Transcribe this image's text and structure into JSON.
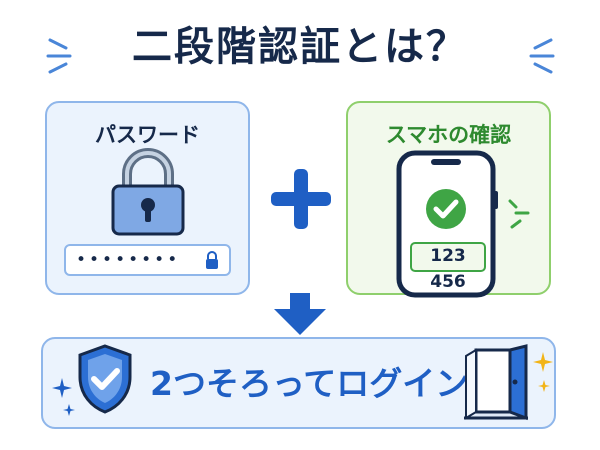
{
  "title": "二段階認証とは？",
  "password_panel": {
    "label": "パスワード",
    "masked_value": "••••••••"
  },
  "phone_panel": {
    "label": "スマホの確認",
    "code": "123 456"
  },
  "result": {
    "text": "2つそろってログイン"
  },
  "icons": [
    "sparkle-icon",
    "lock-icon",
    "plus-icon",
    "smartphone-icon",
    "check-icon",
    "down-arrow-icon",
    "shield-check-icon",
    "door-icon"
  ],
  "colors": {
    "navy": "#16294a",
    "blue": "#1f5fc4",
    "green": "#2e8a2f",
    "light_blue": "#ebf3fd",
    "light_green": "#f2f9ec",
    "gold": "#f2b418"
  }
}
